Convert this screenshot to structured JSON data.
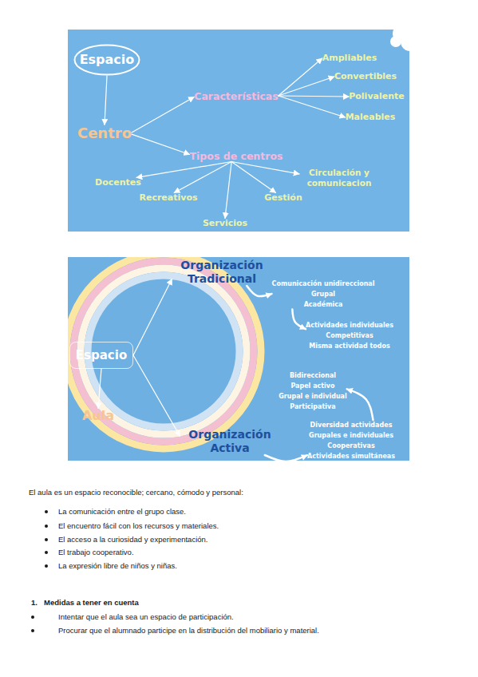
{
  "diagram": {
    "nodes": [
      {
        "text": [
          "Espacio"
        ]
      },
      {
        "text": [
          "Centro"
        ]
      },
      {
        "text": [
          "Características"
        ]
      },
      {
        "text": [
          "Ampliables"
        ]
      },
      {
        "text": [
          "Convertibles"
        ]
      },
      {
        "text": [
          "Polivalente"
        ]
      },
      {
        "text": [
          "Maleables"
        ]
      },
      {
        "text": [
          "Tipos de centros"
        ]
      },
      {
        "text": [
          "Docentes"
        ]
      },
      {
        "text": [
          "Recreativos"
        ]
      },
      {
        "text": [
          "Servicios"
        ]
      },
      {
        "text": [
          "Gestión"
        ]
      },
      {
        "text": [
          "Circulación y comunicacion"
        ]
      },
      {
        "text": [
          "Espacio"
        ]
      },
      {
        "text": [
          "Aula"
        ]
      },
      {
        "text": [
          "Organización Tradicional"
        ]
      },
      {
        "text": [
          "Comunicación unidireccional",
          "Grupal",
          "Académica"
        ]
      },
      {
        "text": [
          "Actividades individuales",
          "Competitivas",
          "Misma actividad todos"
        ]
      },
      {
        "text": [
          "Bidireccional",
          "Papel activo",
          "Grupal e individual",
          "Participativa"
        ]
      },
      {
        "text": [
          "Organización Activa"
        ]
      },
      {
        "text": [
          "Diversidad actividades",
          "Grupales e individuales",
          "Cooperativas",
          "Actividades simultáneas"
        ]
      }
    ],
    "edges": [
      {
        "from": 0,
        "to": 1,
        "arrow": "to"
      },
      {
        "from": 1,
        "to": 2,
        "arrow": "to"
      },
      {
        "from": 1,
        "to": 7,
        "arrow": "to"
      },
      {
        "from": 2,
        "to": 3,
        "arrow": "to"
      },
      {
        "from": 2,
        "to": 4,
        "arrow": "to"
      },
      {
        "from": 2,
        "to": 5,
        "arrow": "to"
      },
      {
        "from": 2,
        "to": 6,
        "arrow": "to"
      },
      {
        "from": 7,
        "to": 8,
        "arrow": "to"
      },
      {
        "from": 7,
        "to": 9,
        "arrow": "to"
      },
      {
        "from": 7,
        "to": 10,
        "arrow": "to"
      },
      {
        "from": 7,
        "to": 11,
        "arrow": "to"
      },
      {
        "from": 7,
        "to": 12,
        "arrow": "to"
      },
      {
        "from": 13,
        "to": 14,
        "arrow": "to"
      },
      {
        "from": 13,
        "to": 15,
        "arrow": "to"
      },
      {
        "from": 13,
        "to": 19,
        "arrow": "to"
      },
      {
        "from": 15,
        "to": 16,
        "arrow": "to"
      },
      {
        "from": 16,
        "to": 17,
        "arrow": "to"
      },
      {
        "from": 19,
        "to": 20,
        "arrow": "to"
      },
      {
        "from": 20,
        "to": 18,
        "arrow": "to"
      }
    ],
    "labels": [
      "El aula es un espacio reconocible; cercano, cómodo y personal:",
      "La comunicación entre el grupo clase.",
      "El encuentro fácil con los recursos y materiales.",
      "El acceso a la curiosidad y experimentación.",
      "El trabajo cooperativo.",
      "La expresión libre de niños y niñas.",
      "1.",
      "Medidas a tener en cuenta",
      "Intentar que el aula sea un espacio de participación.",
      "Procurar que el alumnado participe en la distribución del mobiliario y material."
    ]
  }
}
